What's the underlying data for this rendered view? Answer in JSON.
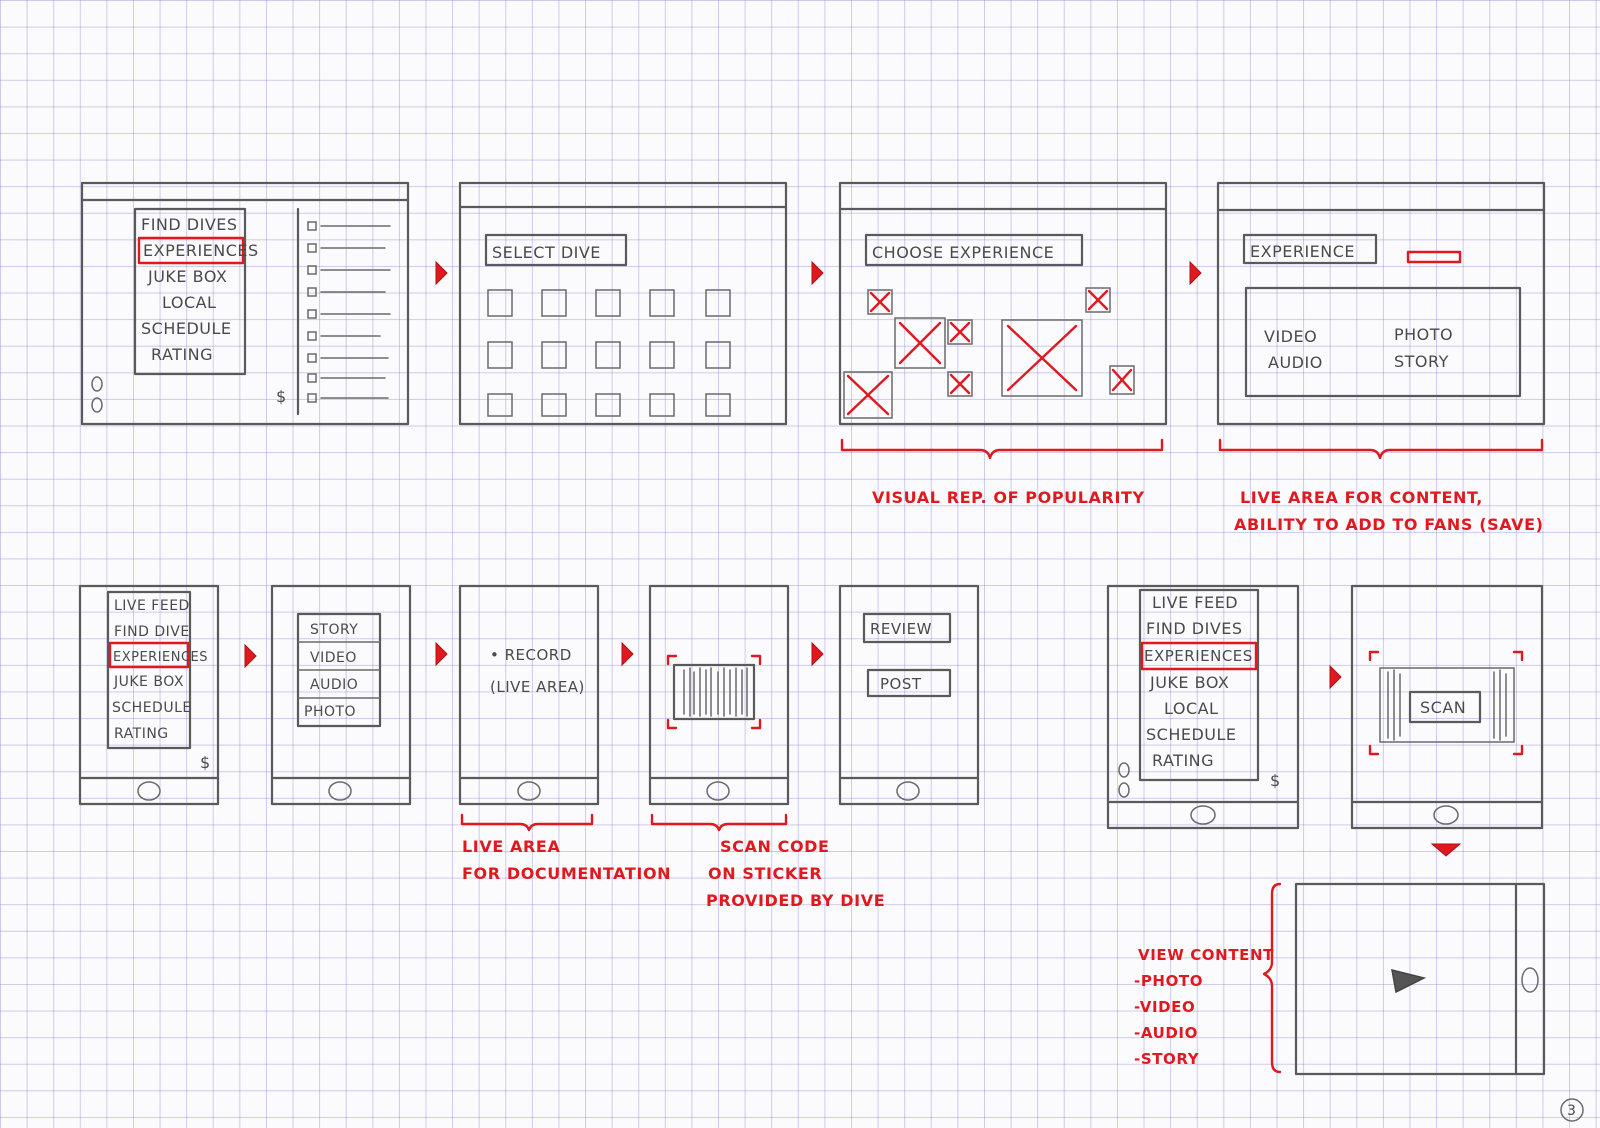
{
  "row1": {
    "frame1": {
      "menu": [
        "FIND DIVES",
        "EXPERIENCES",
        "JUKE BOX",
        "LOCAL",
        "SCHEDULE",
        "RATING"
      ],
      "selected_index": 1,
      "dollar": "$"
    },
    "frame2": {
      "title": "SELECT DIVE"
    },
    "frame3": {
      "title": "CHOOSE EXPERIENCE"
    },
    "frame4": {
      "title": "EXPERIENCE",
      "content_types": [
        "VIDEO",
        "PHOTO",
        "AUDIO",
        "STORY"
      ]
    }
  },
  "annotations": {
    "popularity": "VISUAL REP. OF POPULARITY",
    "live_area_line1": "LIVE AREA FOR CONTENT,",
    "live_area_line2": "ABILITY TO ADD TO FANS (SAVE)",
    "documentation_line1": "LIVE AREA",
    "documentation_line2": "FOR DOCUMENTATION",
    "scan_line1": "SCAN CODE",
    "scan_line2": "ON STICKER",
    "scan_line3": "PROVIDED BY DIVE",
    "view_content": {
      "title": "VIEW CONTENT",
      "items": [
        "-PHOTO",
        "-VIDEO",
        "-AUDIO",
        "-STORY"
      ]
    }
  },
  "row2": {
    "phone1": {
      "menu": [
        "LIVE FEED",
        "FIND DIVE",
        "EXPERIENCES",
        "JUKE BOX",
        "SCHEDULE",
        "RATING"
      ],
      "selected_index": 2,
      "dollar": "$"
    },
    "phone2": {
      "menu": [
        "STORY",
        "VIDEO",
        "AUDIO",
        "PHOTO"
      ]
    },
    "phone3": {
      "line1": "• RECORD",
      "line2": "(LIVE AREA)"
    },
    "phone5": {
      "buttons": [
        "REVIEW",
        "POST"
      ]
    },
    "phone6": {
      "menu": [
        "LIVE FEED",
        "FIND DIVES",
        "EXPERIENCES",
        "JUKE BOX",
        "LOCAL",
        "SCHEDULE",
        "RATING"
      ],
      "selected_index": 2,
      "dollar": "$"
    },
    "phone7": {
      "button": "SCAN"
    }
  },
  "page_number": "3",
  "colors": {
    "accent": "#e0191f",
    "pencil": "#5a5a5a",
    "grid": "#8a80d0"
  }
}
